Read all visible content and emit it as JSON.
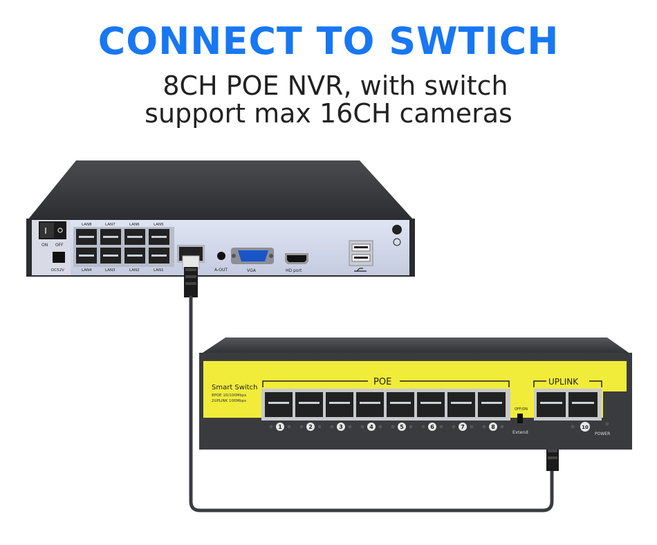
{
  "header": {
    "title": "CONNECT TO SWTICH",
    "subtitle_line1": "8CH POE NVR, with switch",
    "subtitle_line2": "support max 16CH cameras",
    "title_color": "#1877f2"
  },
  "nvr": {
    "lan_top": [
      "LAN8",
      "LAN7",
      "LAN6",
      "LAN5"
    ],
    "lan_bottom": [
      "LAN4",
      "LAN3",
      "LAN2",
      "LAN1"
    ],
    "power_on": "ON",
    "power_off": "OFF",
    "dc": "DC52V",
    "aout": "A-OUT",
    "vga": "VGA",
    "hdport": "HD port"
  },
  "switch": {
    "brand": "Smart Switch",
    "spec1": "8POE 10/100Mbps",
    "spec2": "2UPLINK 100Mbps",
    "poe_label": "POE",
    "uplink_label": "UPLINK",
    "offon": "OFF/ON",
    "extend": "Extend",
    "power": "POWER",
    "port_numbers": [
      "1",
      "2",
      "3",
      "4",
      "5",
      "6",
      "7",
      "8"
    ],
    "uplink_number": "10",
    "panel_color": "#f1ec3a"
  }
}
